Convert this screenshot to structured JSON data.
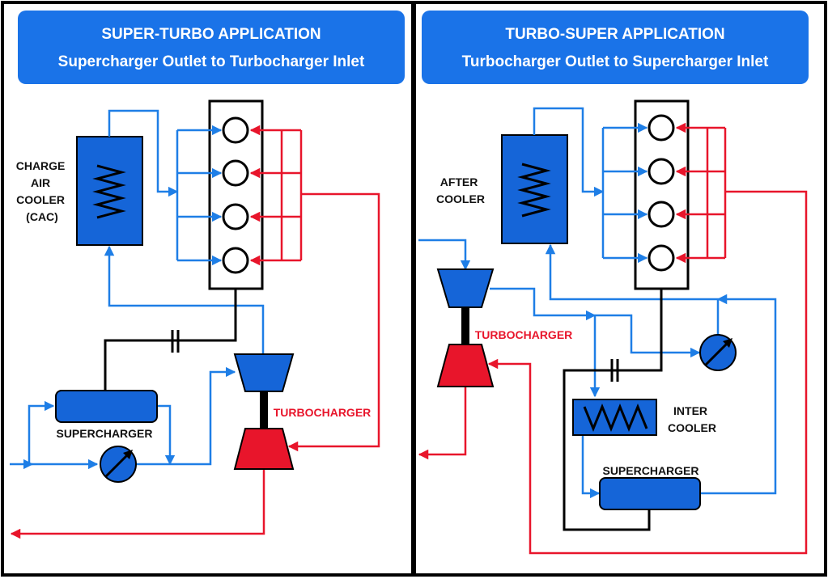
{
  "left_panel": {
    "title": "SUPER-TURBO APPLICATION",
    "subtitle": "Supercharger Outlet to Turbocharger Inlet",
    "cac_label_lines": [
      "CHARGE",
      "AIR",
      "COOLER",
      "(CAC)"
    ],
    "supercharger_label": "SUPERCHARGER",
    "turbocharger_label": "TURBOCHARGER"
  },
  "right_panel": {
    "title": "TURBO-SUPER APPLICATION",
    "subtitle": "Turbocharger Outlet to Supercharger Inlet",
    "aftercooler_label_lines": [
      "AFTER",
      "COOLER"
    ],
    "turbocharger_label": "TURBOCHARGER",
    "intercooler_label_lines": [
      "INTER",
      "COOLER"
    ],
    "supercharger_label": "SUPERCHARGER"
  },
  "colors": {
    "header_bg": "#1a73e8",
    "component_blue": "#1565d8",
    "air_line": "#1e7ee6",
    "exhaust_line": "#e8152b",
    "outline": "#000000"
  }
}
